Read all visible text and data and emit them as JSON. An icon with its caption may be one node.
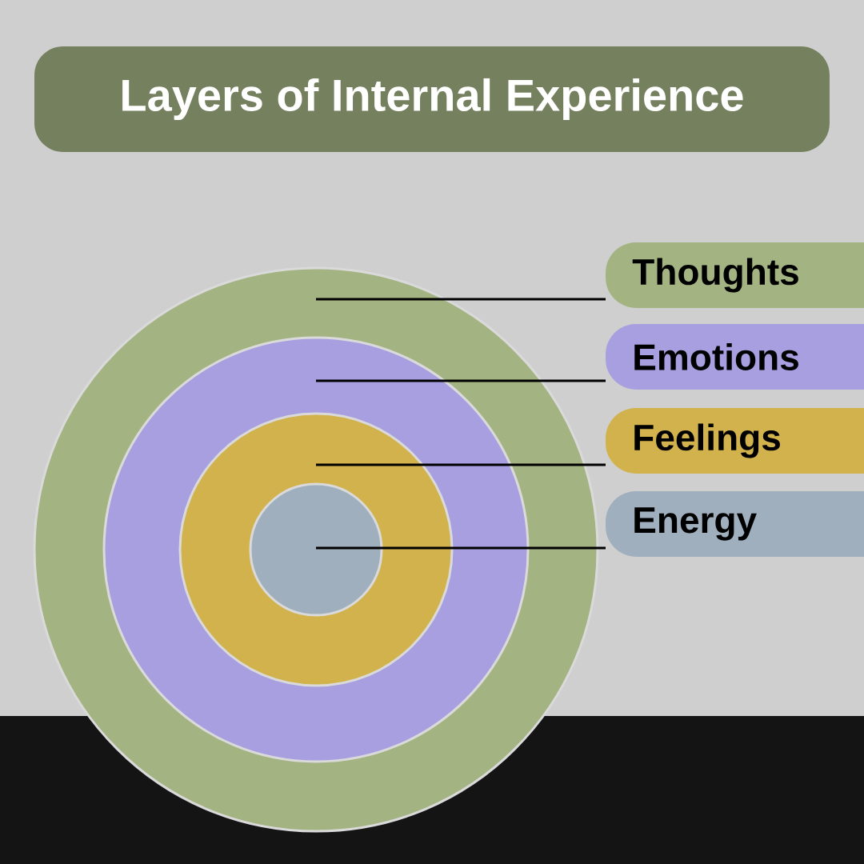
{
  "diagram": {
    "title": "Layers of Internal Experience",
    "nodes": [
      {
        "text": [
          "Thoughts"
        ]
      },
      {
        "text": [
          "Emotions"
        ]
      },
      {
        "text": [
          "Feelings"
        ]
      },
      {
        "text": [
          "Energy"
        ]
      },
      {
        "text": [],
        "shape": "circle"
      },
      {
        "text": [],
        "shape": "circle",
        "in": 4
      },
      {
        "text": [],
        "shape": "circle",
        "in": 5
      },
      {
        "text": [],
        "shape": "circle",
        "in": 6
      }
    ],
    "edges": [
      {
        "from": 0,
        "to": 4,
        "arrow": "none"
      },
      {
        "from": 1,
        "to": 5,
        "arrow": "none"
      },
      {
        "from": 2,
        "to": 6,
        "arrow": "none"
      },
      {
        "from": 3,
        "to": 7,
        "arrow": "none"
      }
    ]
  }
}
